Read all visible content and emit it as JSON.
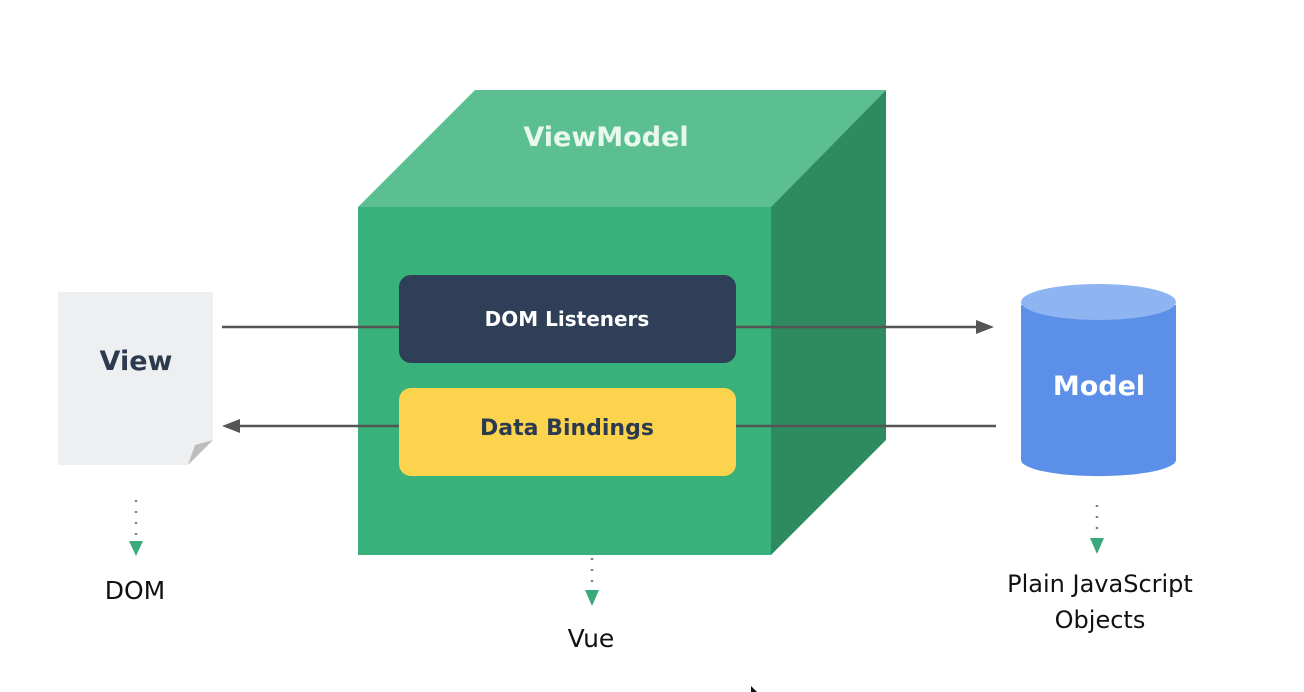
{
  "diagram": {
    "title": "Vue MVVM architecture",
    "nodes": {
      "view": {
        "label": "View",
        "caption": "DOM"
      },
      "viewmodel": {
        "label": "ViewModel",
        "caption": "Vue",
        "components": {
          "dom_listeners": "DOM Listeners",
          "data_bindings": "Data Bindings"
        }
      },
      "model": {
        "label": "Model",
        "caption_line1": "Plain JavaScript",
        "caption_line2": "Objects"
      }
    },
    "edges": [
      {
        "from": "View",
        "to": "Model",
        "via": "DOM Listeners",
        "direction": "right"
      },
      {
        "from": "Model",
        "to": "View",
        "via": "Data Bindings",
        "direction": "left"
      }
    ],
    "colors": {
      "cube_front": "#38b27a",
      "cube_top": "#5bbf91",
      "cube_side": "#2e8a5f",
      "dom_listeners_bg": "#2e3f57",
      "data_bindings_bg": "#fcd34d",
      "view_doc": "#eeeff1",
      "model_cylinder": "#5b8fe8",
      "model_top": "#8fb4f2",
      "arrow": "#555555",
      "caption_arrow": "#3aa97b"
    }
  }
}
